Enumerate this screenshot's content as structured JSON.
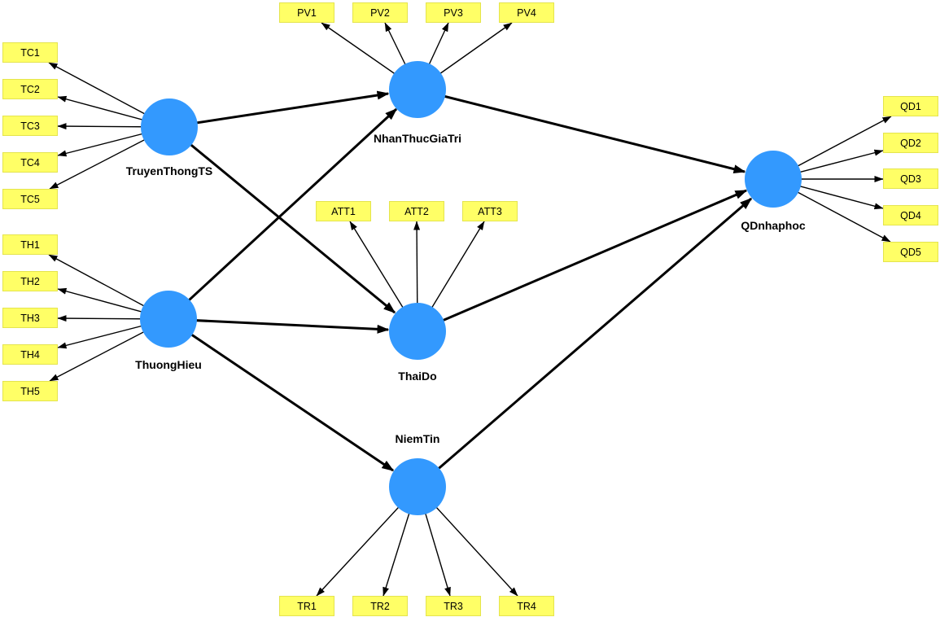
{
  "diagram": {
    "constructs": {
      "truyenthongts": {
        "label": "TruyenThongTS"
      },
      "thuonghieu": {
        "label": "ThuongHieu"
      },
      "nhanthucgiatri": {
        "label": "NhanThucGiaTri"
      },
      "thaido": {
        "label": "ThaiDo"
      },
      "niemtin": {
        "label": "NiemTin"
      },
      "qdnhaphoc": {
        "label": "QDnhaphoc"
      }
    },
    "indicators": {
      "tc": [
        "TC1",
        "TC2",
        "TC3",
        "TC4",
        "TC5"
      ],
      "th": [
        "TH1",
        "TH2",
        "TH3",
        "TH4",
        "TH5"
      ],
      "pv": [
        "PV1",
        "PV2",
        "PV3",
        "PV4"
      ],
      "att": [
        "ATT1",
        "ATT2",
        "ATT3"
      ],
      "tr": [
        "TR1",
        "TR2",
        "TR3",
        "TR4"
      ],
      "qd": [
        "QD1",
        "QD2",
        "QD3",
        "QD4",
        "QD5"
      ]
    },
    "structural_paths": [
      {
        "from": "TruyenThongTS",
        "to": "NhanThucGiaTri"
      },
      {
        "from": "TruyenThongTS",
        "to": "ThaiDo"
      },
      {
        "from": "ThuongHieu",
        "to": "NhanThucGiaTri"
      },
      {
        "from": "ThuongHieu",
        "to": "ThaiDo"
      },
      {
        "from": "ThuongHieu",
        "to": "NiemTin"
      },
      {
        "from": "NhanThucGiaTri",
        "to": "QDnhaphoc"
      },
      {
        "from": "ThaiDo",
        "to": "QDnhaphoc"
      },
      {
        "from": "NiemTin",
        "to": "QDnhaphoc"
      }
    ],
    "colors": {
      "construct_fill": "#3399FE",
      "indicator_fill": "#FFFF66",
      "indicator_border": "#E4E44E",
      "arrow": "#000000",
      "background": "#FFFFFF",
      "text": "#000000"
    }
  }
}
